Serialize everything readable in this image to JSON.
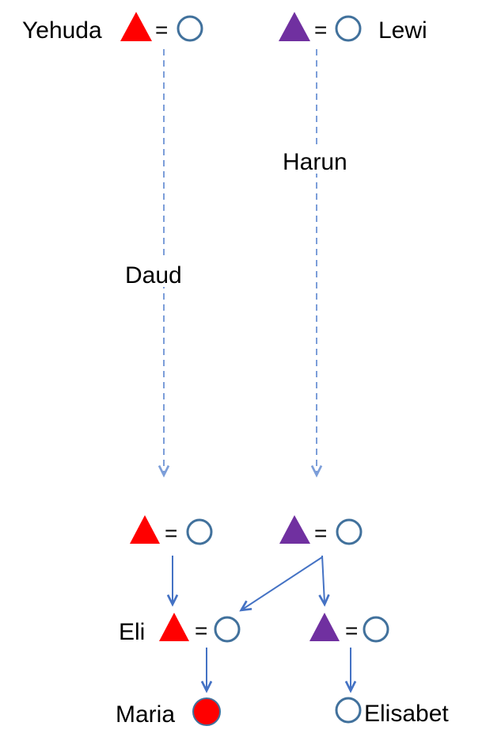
{
  "diagram": {
    "type": "family-tree",
    "labels": {
      "yehuda": "Yehuda",
      "lewi": "Lewi",
      "daud": "Daud",
      "harun": "Harun",
      "eli": "Eli",
      "maria": "Maria",
      "elisabet": "Elisabet"
    },
    "equals": "=",
    "colors": {
      "lineage_red": "#FF0000",
      "lineage_purple": "#7030A0",
      "circle_fill": "#FFFFFF",
      "circle_stroke": "#41719C",
      "solid_arrow": "#4472C4",
      "dashed_arrow": "#7C9ED9",
      "text": "#000000",
      "background": "#FFFFFF"
    }
  }
}
